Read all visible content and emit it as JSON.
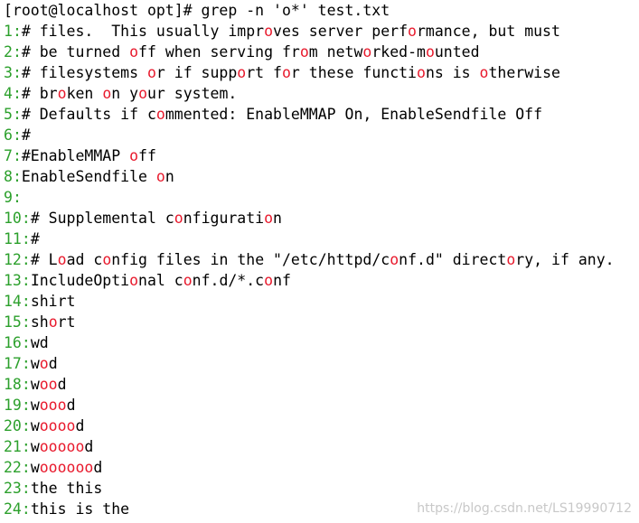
{
  "terminal": {
    "prompt": "[root@localhost opt]# ",
    "command": "grep -n 'o*' test.txt",
    "colors": {
      "line_number": "#2ca02c",
      "match": "#e8192c",
      "text": "#000000",
      "background": "#ffffff"
    },
    "lines": [
      {
        "n": "1",
        "segments": [
          {
            "t": "# files.  This usually impr"
          },
          {
            "t": "o",
            "hl": true
          },
          {
            "t": "ves server perf"
          },
          {
            "t": "o",
            "hl": true
          },
          {
            "t": "rmance, but must"
          }
        ]
      },
      {
        "n": "2",
        "segments": [
          {
            "t": "# be turned "
          },
          {
            "t": "o",
            "hl": true
          },
          {
            "t": "ff when serving fr"
          },
          {
            "t": "o",
            "hl": true
          },
          {
            "t": "m netw"
          },
          {
            "t": "o",
            "hl": true
          },
          {
            "t": "rked-m"
          },
          {
            "t": "o",
            "hl": true
          },
          {
            "t": "unted"
          }
        ]
      },
      {
        "n": "3",
        "segments": [
          {
            "t": "# filesystems "
          },
          {
            "t": "o",
            "hl": true
          },
          {
            "t": "r if supp"
          },
          {
            "t": "o",
            "hl": true
          },
          {
            "t": "rt f"
          },
          {
            "t": "o",
            "hl": true
          },
          {
            "t": "r these functi"
          },
          {
            "t": "o",
            "hl": true
          },
          {
            "t": "ns is "
          },
          {
            "t": "o",
            "hl": true
          },
          {
            "t": "therwise"
          }
        ]
      },
      {
        "n": "4",
        "segments": [
          {
            "t": "# br"
          },
          {
            "t": "o",
            "hl": true
          },
          {
            "t": "ken "
          },
          {
            "t": "o",
            "hl": true
          },
          {
            "t": "n y"
          },
          {
            "t": "o",
            "hl": true
          },
          {
            "t": "ur system."
          }
        ]
      },
      {
        "n": "5",
        "segments": [
          {
            "t": "# Defaults if c"
          },
          {
            "t": "o",
            "hl": true
          },
          {
            "t": "mmented: EnableMMAP On, EnableSendfile Off"
          }
        ]
      },
      {
        "n": "6",
        "segments": [
          {
            "t": "#"
          }
        ]
      },
      {
        "n": "7",
        "segments": [
          {
            "t": "#EnableMMAP "
          },
          {
            "t": "o",
            "hl": true
          },
          {
            "t": "ff"
          }
        ]
      },
      {
        "n": "8",
        "segments": [
          {
            "t": "EnableSendfile "
          },
          {
            "t": "o",
            "hl": true
          },
          {
            "t": "n"
          }
        ]
      },
      {
        "n": "9",
        "segments": []
      },
      {
        "n": "10",
        "segments": [
          {
            "t": "# Supplemental c"
          },
          {
            "t": "o",
            "hl": true
          },
          {
            "t": "nfigurati"
          },
          {
            "t": "o",
            "hl": true
          },
          {
            "t": "n"
          }
        ]
      },
      {
        "n": "11",
        "segments": [
          {
            "t": "#"
          }
        ]
      },
      {
        "n": "12",
        "segments": [
          {
            "t": "# L"
          },
          {
            "t": "o",
            "hl": true
          },
          {
            "t": "ad c"
          },
          {
            "t": "o",
            "hl": true
          },
          {
            "t": "nfig files in the \"/etc/httpd/c"
          },
          {
            "t": "o",
            "hl": true
          },
          {
            "t": "nf.d\" direct"
          },
          {
            "t": "o",
            "hl": true
          },
          {
            "t": "ry, if any."
          }
        ]
      },
      {
        "n": "13",
        "segments": [
          {
            "t": "IncludeOpti"
          },
          {
            "t": "o",
            "hl": true
          },
          {
            "t": "nal c"
          },
          {
            "t": "o",
            "hl": true
          },
          {
            "t": "nf.d/*.c"
          },
          {
            "t": "o",
            "hl": true
          },
          {
            "t": "nf"
          }
        ]
      },
      {
        "n": "14",
        "segments": [
          {
            "t": "shirt"
          }
        ]
      },
      {
        "n": "15",
        "segments": [
          {
            "t": "sh"
          },
          {
            "t": "o",
            "hl": true
          },
          {
            "t": "rt"
          }
        ]
      },
      {
        "n": "16",
        "segments": [
          {
            "t": "wd"
          }
        ]
      },
      {
        "n": "17",
        "segments": [
          {
            "t": "w"
          },
          {
            "t": "o",
            "hl": true
          },
          {
            "t": "d"
          }
        ]
      },
      {
        "n": "18",
        "segments": [
          {
            "t": "w"
          },
          {
            "t": "oo",
            "hl": true
          },
          {
            "t": "d"
          }
        ]
      },
      {
        "n": "19",
        "segments": [
          {
            "t": "w"
          },
          {
            "t": "ooo",
            "hl": true
          },
          {
            "t": "d"
          }
        ]
      },
      {
        "n": "20",
        "segments": [
          {
            "t": "w"
          },
          {
            "t": "oooo",
            "hl": true
          },
          {
            "t": "d"
          }
        ]
      },
      {
        "n": "21",
        "segments": [
          {
            "t": "w"
          },
          {
            "t": "ooooo",
            "hl": true
          },
          {
            "t": "d"
          }
        ]
      },
      {
        "n": "22",
        "segments": [
          {
            "t": "w"
          },
          {
            "t": "oooooo",
            "hl": true
          },
          {
            "t": "d"
          }
        ]
      },
      {
        "n": "23",
        "segments": [
          {
            "t": "the this"
          }
        ]
      },
      {
        "n": "24",
        "segments": [
          {
            "t": "this is the"
          }
        ]
      }
    ]
  },
  "watermark": "https://blog.csdn.net/LS19990712"
}
